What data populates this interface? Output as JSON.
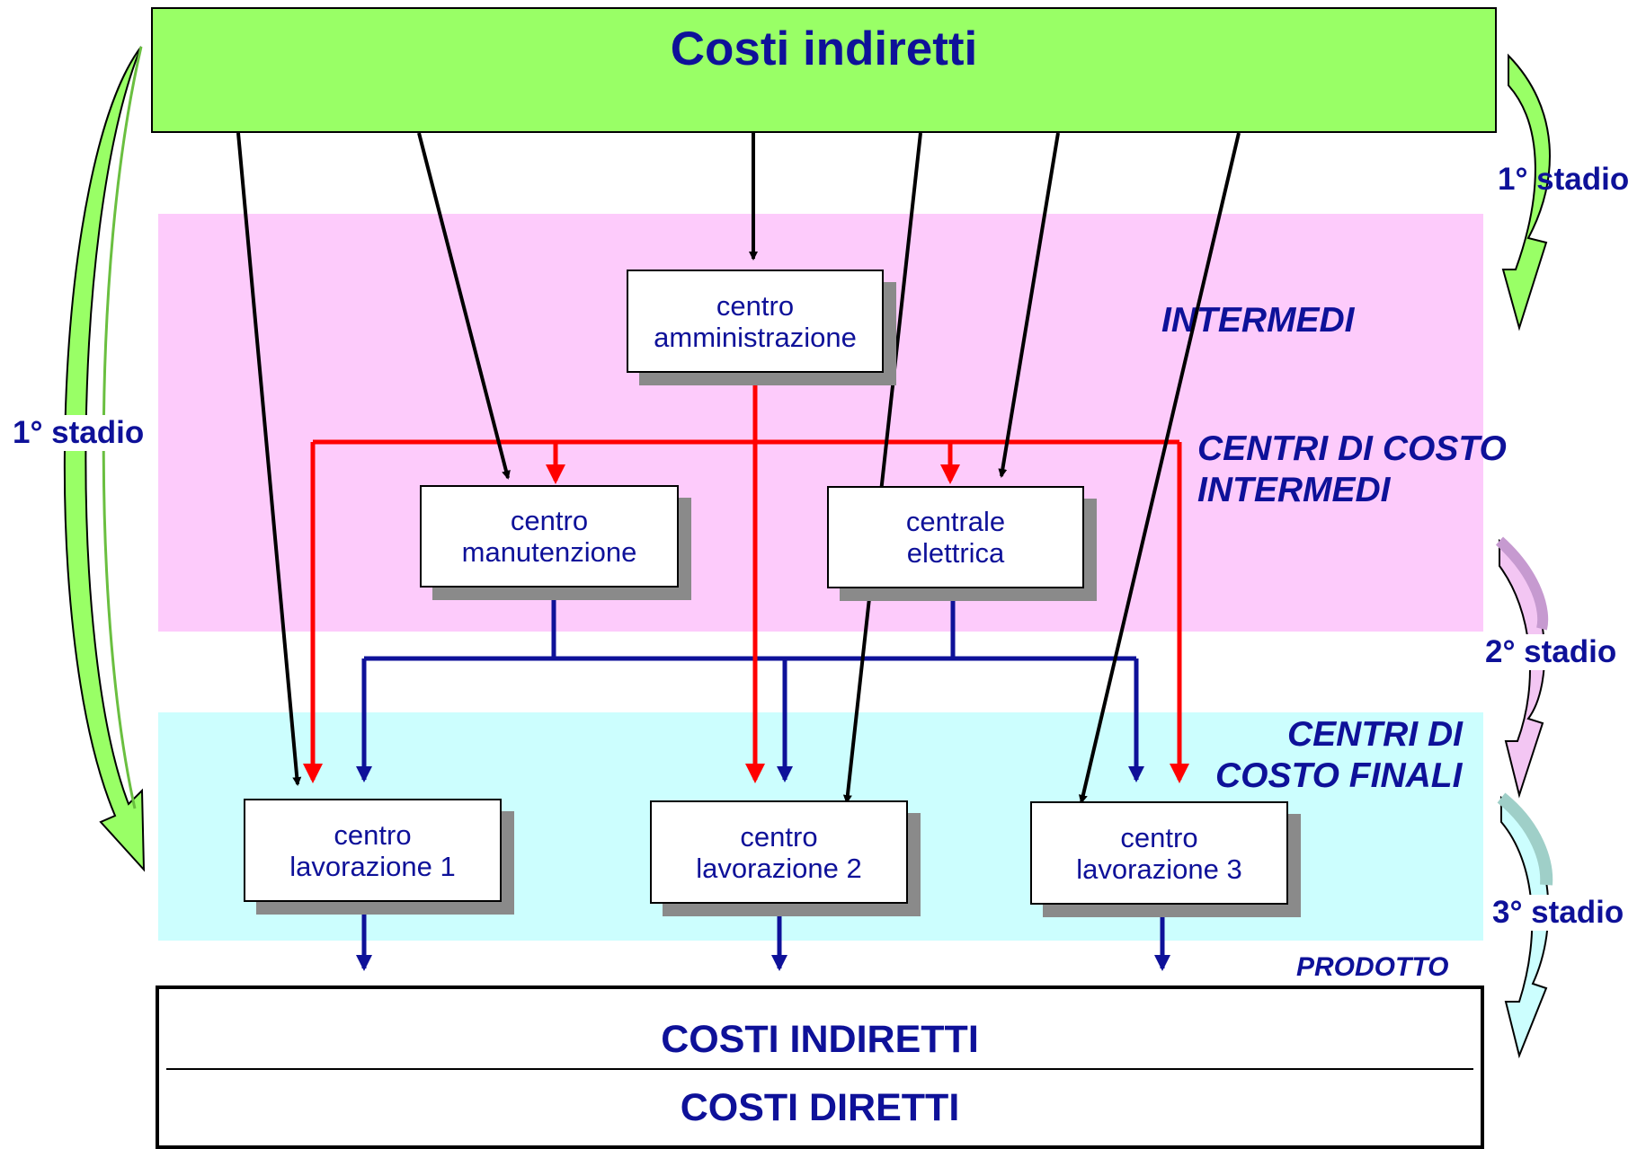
{
  "header": {
    "title": "Costi indiretti"
  },
  "zones": {
    "intermediate_title": "INTERMEDI",
    "intermediate_centers_line1": "CENTRI DI COSTO",
    "intermediate_centers_line2": "INTERMEDI",
    "final_centers_line1": "CENTRI DI",
    "final_centers_line2": "COSTO FINALI",
    "product": "PRODOTTO"
  },
  "stages": {
    "left": "1° stadio",
    "right_1": "1° stadio",
    "right_2": "2° stadio",
    "right_3": "3° stadio"
  },
  "nodes": {
    "amministrazione": {
      "line1": "centro",
      "line2": "amministrazione"
    },
    "manutenzione": {
      "line1": "centro",
      "line2": "manutenzione"
    },
    "elettrica": {
      "line1": "centrale",
      "line2": "elettrica"
    },
    "lavorazione_1": {
      "line1": "centro",
      "line2": "lavorazione 1"
    },
    "lavorazione_2": {
      "line1": "centro",
      "line2": "lavorazione 2"
    },
    "lavorazione_3": {
      "line1": "centro",
      "line2": "lavorazione 3"
    }
  },
  "product_box": {
    "indirect": "COSTI INDIRETTI",
    "direct": "COSTI DIRETTI"
  },
  "colors": {
    "text": "#0e1199",
    "top_fill": "#99ff66",
    "intermediate_band": "#fdcbfb",
    "final_band": "#ccfefe",
    "red_flow": "#ff0000",
    "blue_flow": "#0e1199",
    "black_flow": "#000000"
  }
}
